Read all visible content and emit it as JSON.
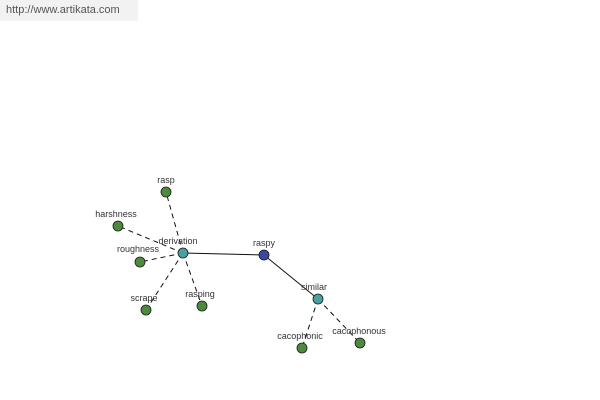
{
  "banner": {
    "url": "http://www.artikata.com"
  },
  "graph": {
    "nodes": [
      {
        "id": "raspy",
        "label": "raspy",
        "color": "#3a4aa0"
      },
      {
        "id": "derivation",
        "label": "derivation",
        "color": "#4aa0a0"
      },
      {
        "id": "similar",
        "label": "similar",
        "color": "#4aa0a0"
      },
      {
        "id": "rasp",
        "label": "rasp",
        "color": "#4e8a3e"
      },
      {
        "id": "harshness",
        "label": "harshness",
        "color": "#4e8a3e"
      },
      {
        "id": "roughness",
        "label": "roughness",
        "color": "#4e8a3e"
      },
      {
        "id": "scrape",
        "label": "scrape",
        "color": "#4e8a3e"
      },
      {
        "id": "rasping",
        "label": "rasping",
        "color": "#4e8a3e"
      },
      {
        "id": "cacophonic",
        "label": "cacophonic",
        "color": "#4e8a3e"
      },
      {
        "id": "cacophonous",
        "label": "cacophonous",
        "color": "#4e8a3e"
      }
    ],
    "edges": [
      {
        "from": "derivation",
        "to": "raspy",
        "style": "solid"
      },
      {
        "from": "raspy",
        "to": "similar",
        "style": "solid"
      },
      {
        "from": "derivation",
        "to": "rasp",
        "style": "dashed"
      },
      {
        "from": "derivation",
        "to": "harshness",
        "style": "dashed"
      },
      {
        "from": "derivation",
        "to": "roughness",
        "style": "dashed"
      },
      {
        "from": "derivation",
        "to": "scrape",
        "style": "dashed"
      },
      {
        "from": "derivation",
        "to": "rasping",
        "style": "dashed"
      },
      {
        "from": "similar",
        "to": "cacophonic",
        "style": "dashed"
      },
      {
        "from": "similar",
        "to": "cacophonous",
        "style": "dashed"
      }
    ]
  }
}
